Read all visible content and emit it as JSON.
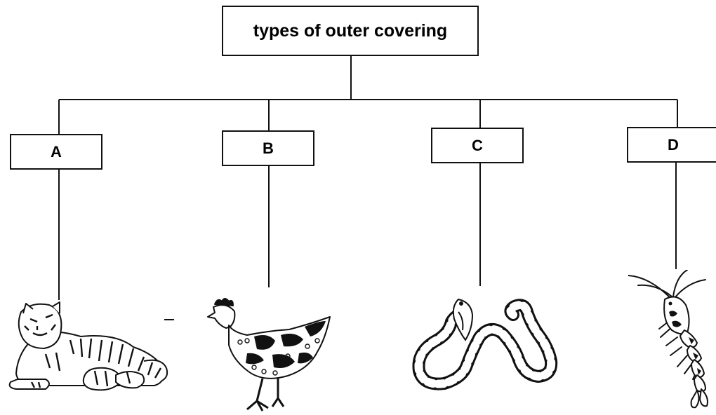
{
  "diagram": {
    "root_label": "types of outer covering",
    "categories": [
      {
        "label": "A",
        "animal_icon": "tiger-icon"
      },
      {
        "label": "B",
        "animal_icon": "hen-icon"
      },
      {
        "label": "C",
        "animal_icon": "snake-icon"
      },
      {
        "label": "D",
        "animal_icon": "prawn-icon"
      }
    ],
    "colors": {
      "line": "#111111",
      "background": "#ffffff"
    }
  }
}
